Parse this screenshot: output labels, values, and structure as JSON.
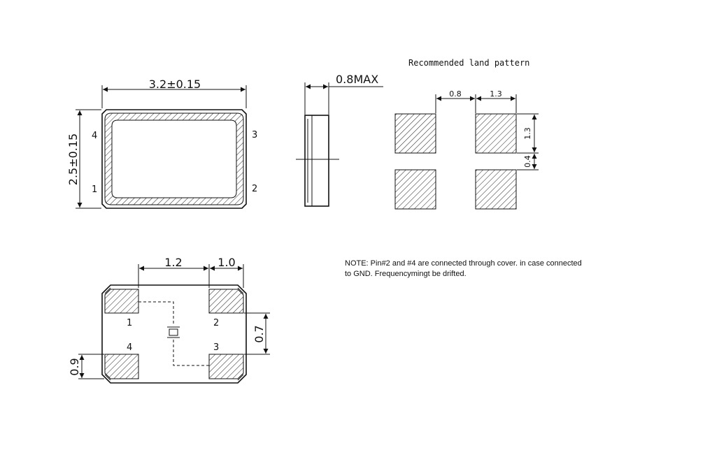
{
  "top_view": {
    "width_label": "3.2±0.15",
    "height_label": "2.5±0.15",
    "pin_labels": [
      "4",
      "1",
      "3",
      "2"
    ]
  },
  "side_view": {
    "thickness_label": "0.8MAX"
  },
  "land_pattern": {
    "title": "Recommended land pattern",
    "dim_gap_x": "0.8",
    "dim_pad_w": "1.3",
    "dim_pad_h": "1.3",
    "dim_gap_y": "0.4"
  },
  "bottom_view": {
    "dim_pitch": "1.2",
    "dim_pad_w": "1.0",
    "dim_pad_gap": "0.7",
    "dim_pad_h": "0.9",
    "pin_labels": [
      "1",
      "2",
      "4",
      "3"
    ]
  },
  "note": {
    "line1": "NOTE: Pin#2 and #4 are connected through cover. in case connected",
    "line2": "to GND. Frequencymingt be drifted."
  }
}
